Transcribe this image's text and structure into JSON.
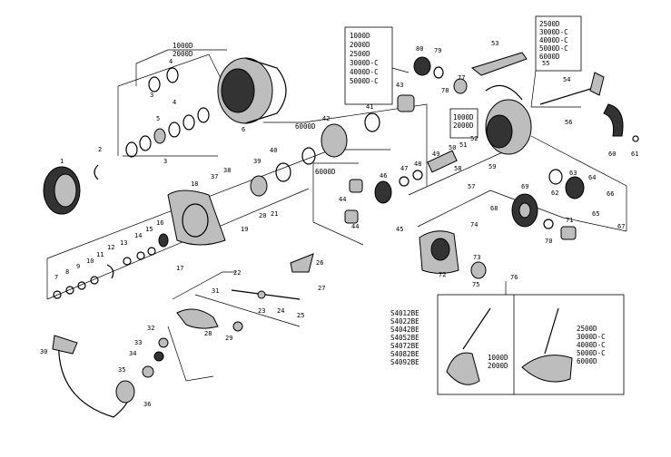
{
  "size_groups": {
    "spool_small": [
      "1000D",
      "2000D"
    ],
    "models_center": [
      "1000D",
      "2000D",
      "2500D",
      "3000D-C",
      "4000D-C",
      "5000D-C"
    ],
    "models_right": [
      "2500D",
      "3000D-C",
      "4000D-C",
      "5000D-C",
      "6000D"
    ],
    "body_small": [
      "1000D",
      "2000D"
    ],
    "part_6000": [
      "6000D"
    ],
    "part_6000_single": "6000D"
  },
  "handle_inset": {
    "codes": [
      "S4012BE",
      "S4022BE",
      "S4042BE",
      "S4052BE",
      "S4072BE",
      "S4082BE",
      "S4092BE"
    ],
    "left_sizes": [
      "1000D",
      "2000D"
    ],
    "right_sizes": [
      "2500D",
      "3000D-C",
      "4000D-C",
      "5000D-C",
      "6000D"
    ]
  },
  "part_numbers": [
    "1",
    "2",
    "3",
    "4",
    "5",
    "6",
    "8",
    "9",
    "10",
    "11",
    "12",
    "13",
    "14",
    "15",
    "16",
    "17",
    "18",
    "19",
    "20",
    "21",
    "22",
    "23",
    "24",
    "25",
    "26",
    "27",
    "28",
    "29",
    "30",
    "31",
    "32",
    "33",
    "34",
    "35",
    "36",
    "37",
    "38",
    "39",
    "40",
    "41",
    "42",
    "43",
    "44",
    "45",
    "46",
    "47",
    "48",
    "49",
    "50",
    "51",
    "52",
    "53",
    "54",
    "55",
    "56",
    "57",
    "58",
    "59",
    "60",
    "61",
    "62",
    "63",
    "64",
    "65",
    "66",
    "67",
    "68",
    "69",
    "70",
    "71",
    "72",
    "73",
    "74",
    "75",
    "76",
    "77",
    "78",
    "79",
    "80",
    "7"
  ]
}
